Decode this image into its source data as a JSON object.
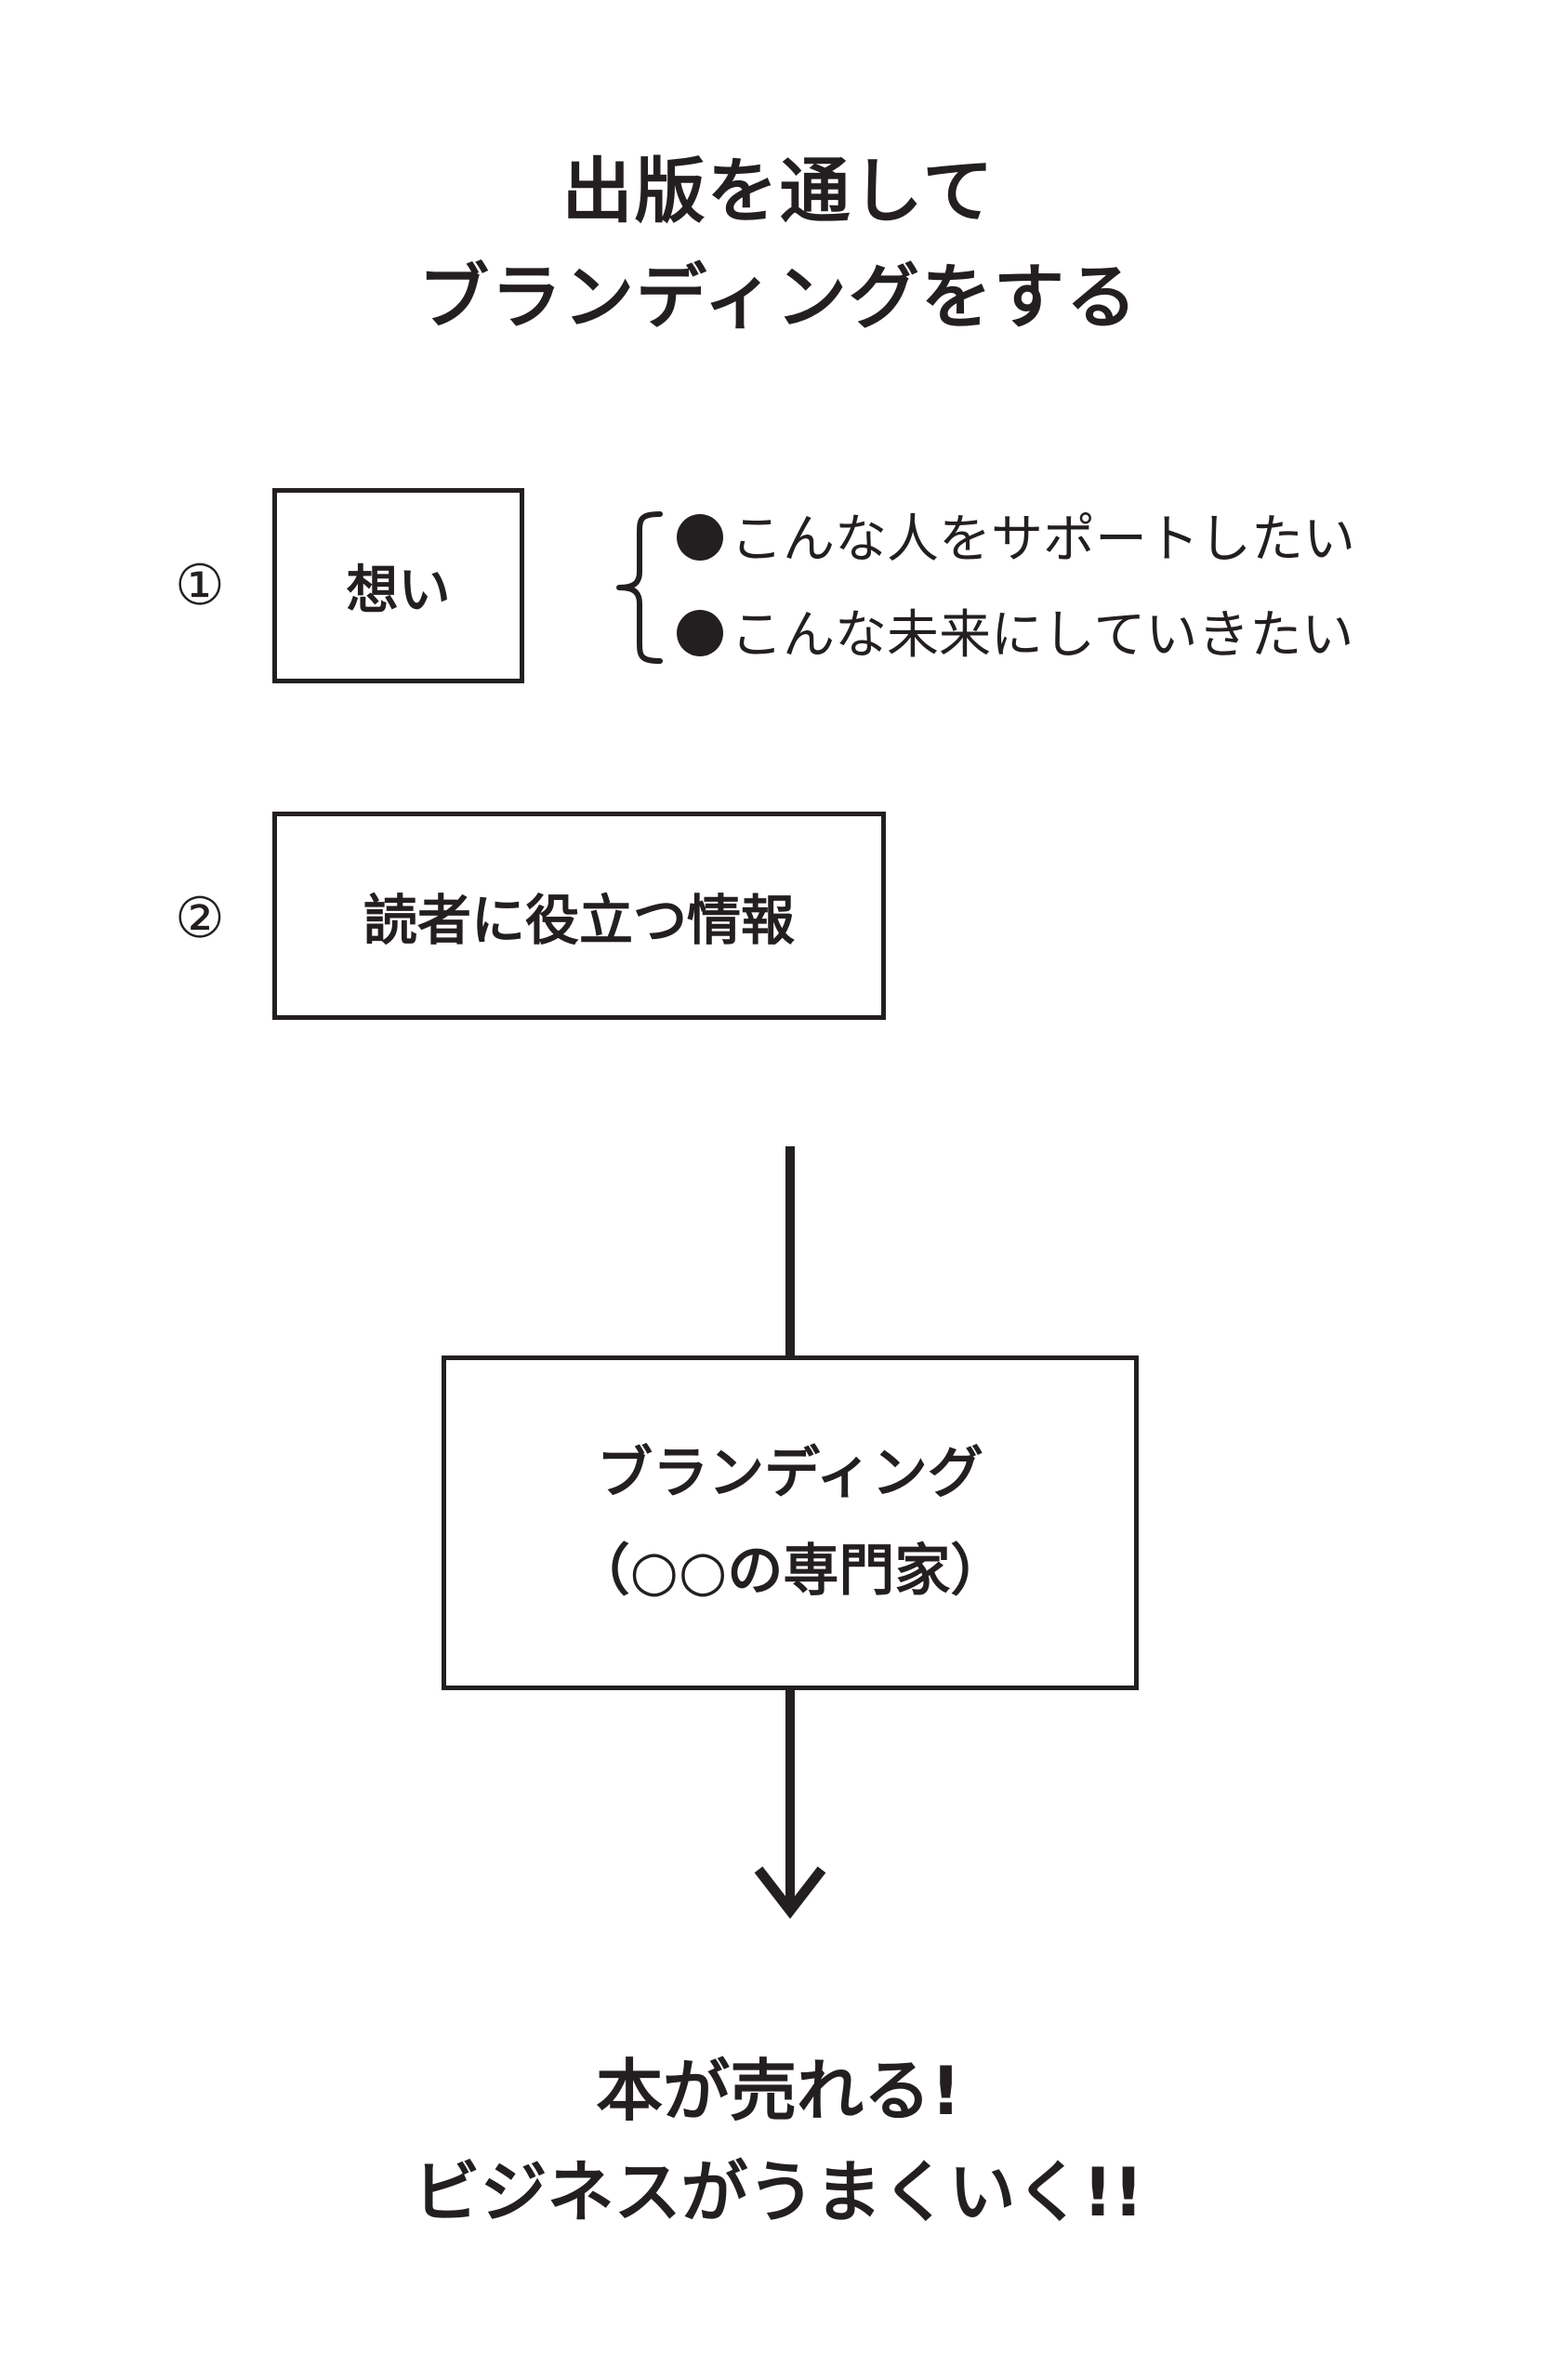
{
  "title": {
    "line1": "出版を通して",
    "line2": "ブランディングをする"
  },
  "step1": {
    "number": "①",
    "box_label": "想い",
    "bullets": [
      "こんな人をサポートしたい",
      "こんな未来にしていきたい"
    ]
  },
  "step2": {
    "number": "②",
    "box_label": "読者に役立つ情報"
  },
  "branding_box": {
    "line1": "ブランディング",
    "line2": "（○○の専門家）"
  },
  "outcome": {
    "line1": "本が売れる!",
    "line2": "ビジネスがうまくいく!!"
  },
  "colors": {
    "ink": "#231f20",
    "background": "#ffffff"
  }
}
